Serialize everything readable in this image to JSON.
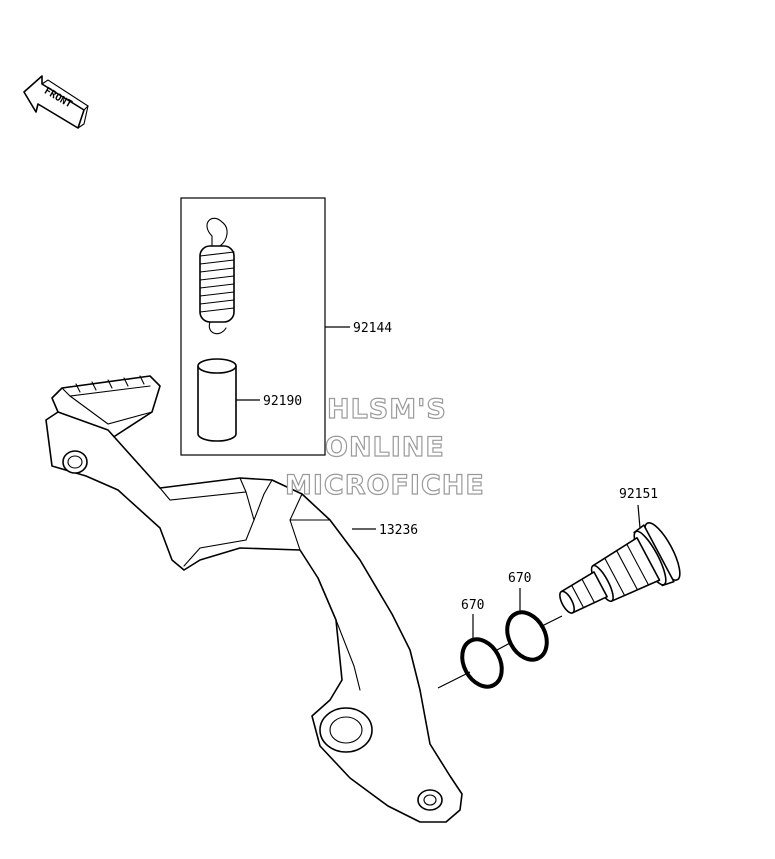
{
  "front_indicator": {
    "label": "FRONT"
  },
  "watermark": {
    "line1": "HLSM'S",
    "line2": "ONLINE",
    "line3": "MICROFICHE"
  },
  "callouts": {
    "spring_kit": "92144",
    "collar": "92190",
    "pedal": "13236",
    "shaft": "92151",
    "oring_upper": "670",
    "oring_lower": "670"
  }
}
